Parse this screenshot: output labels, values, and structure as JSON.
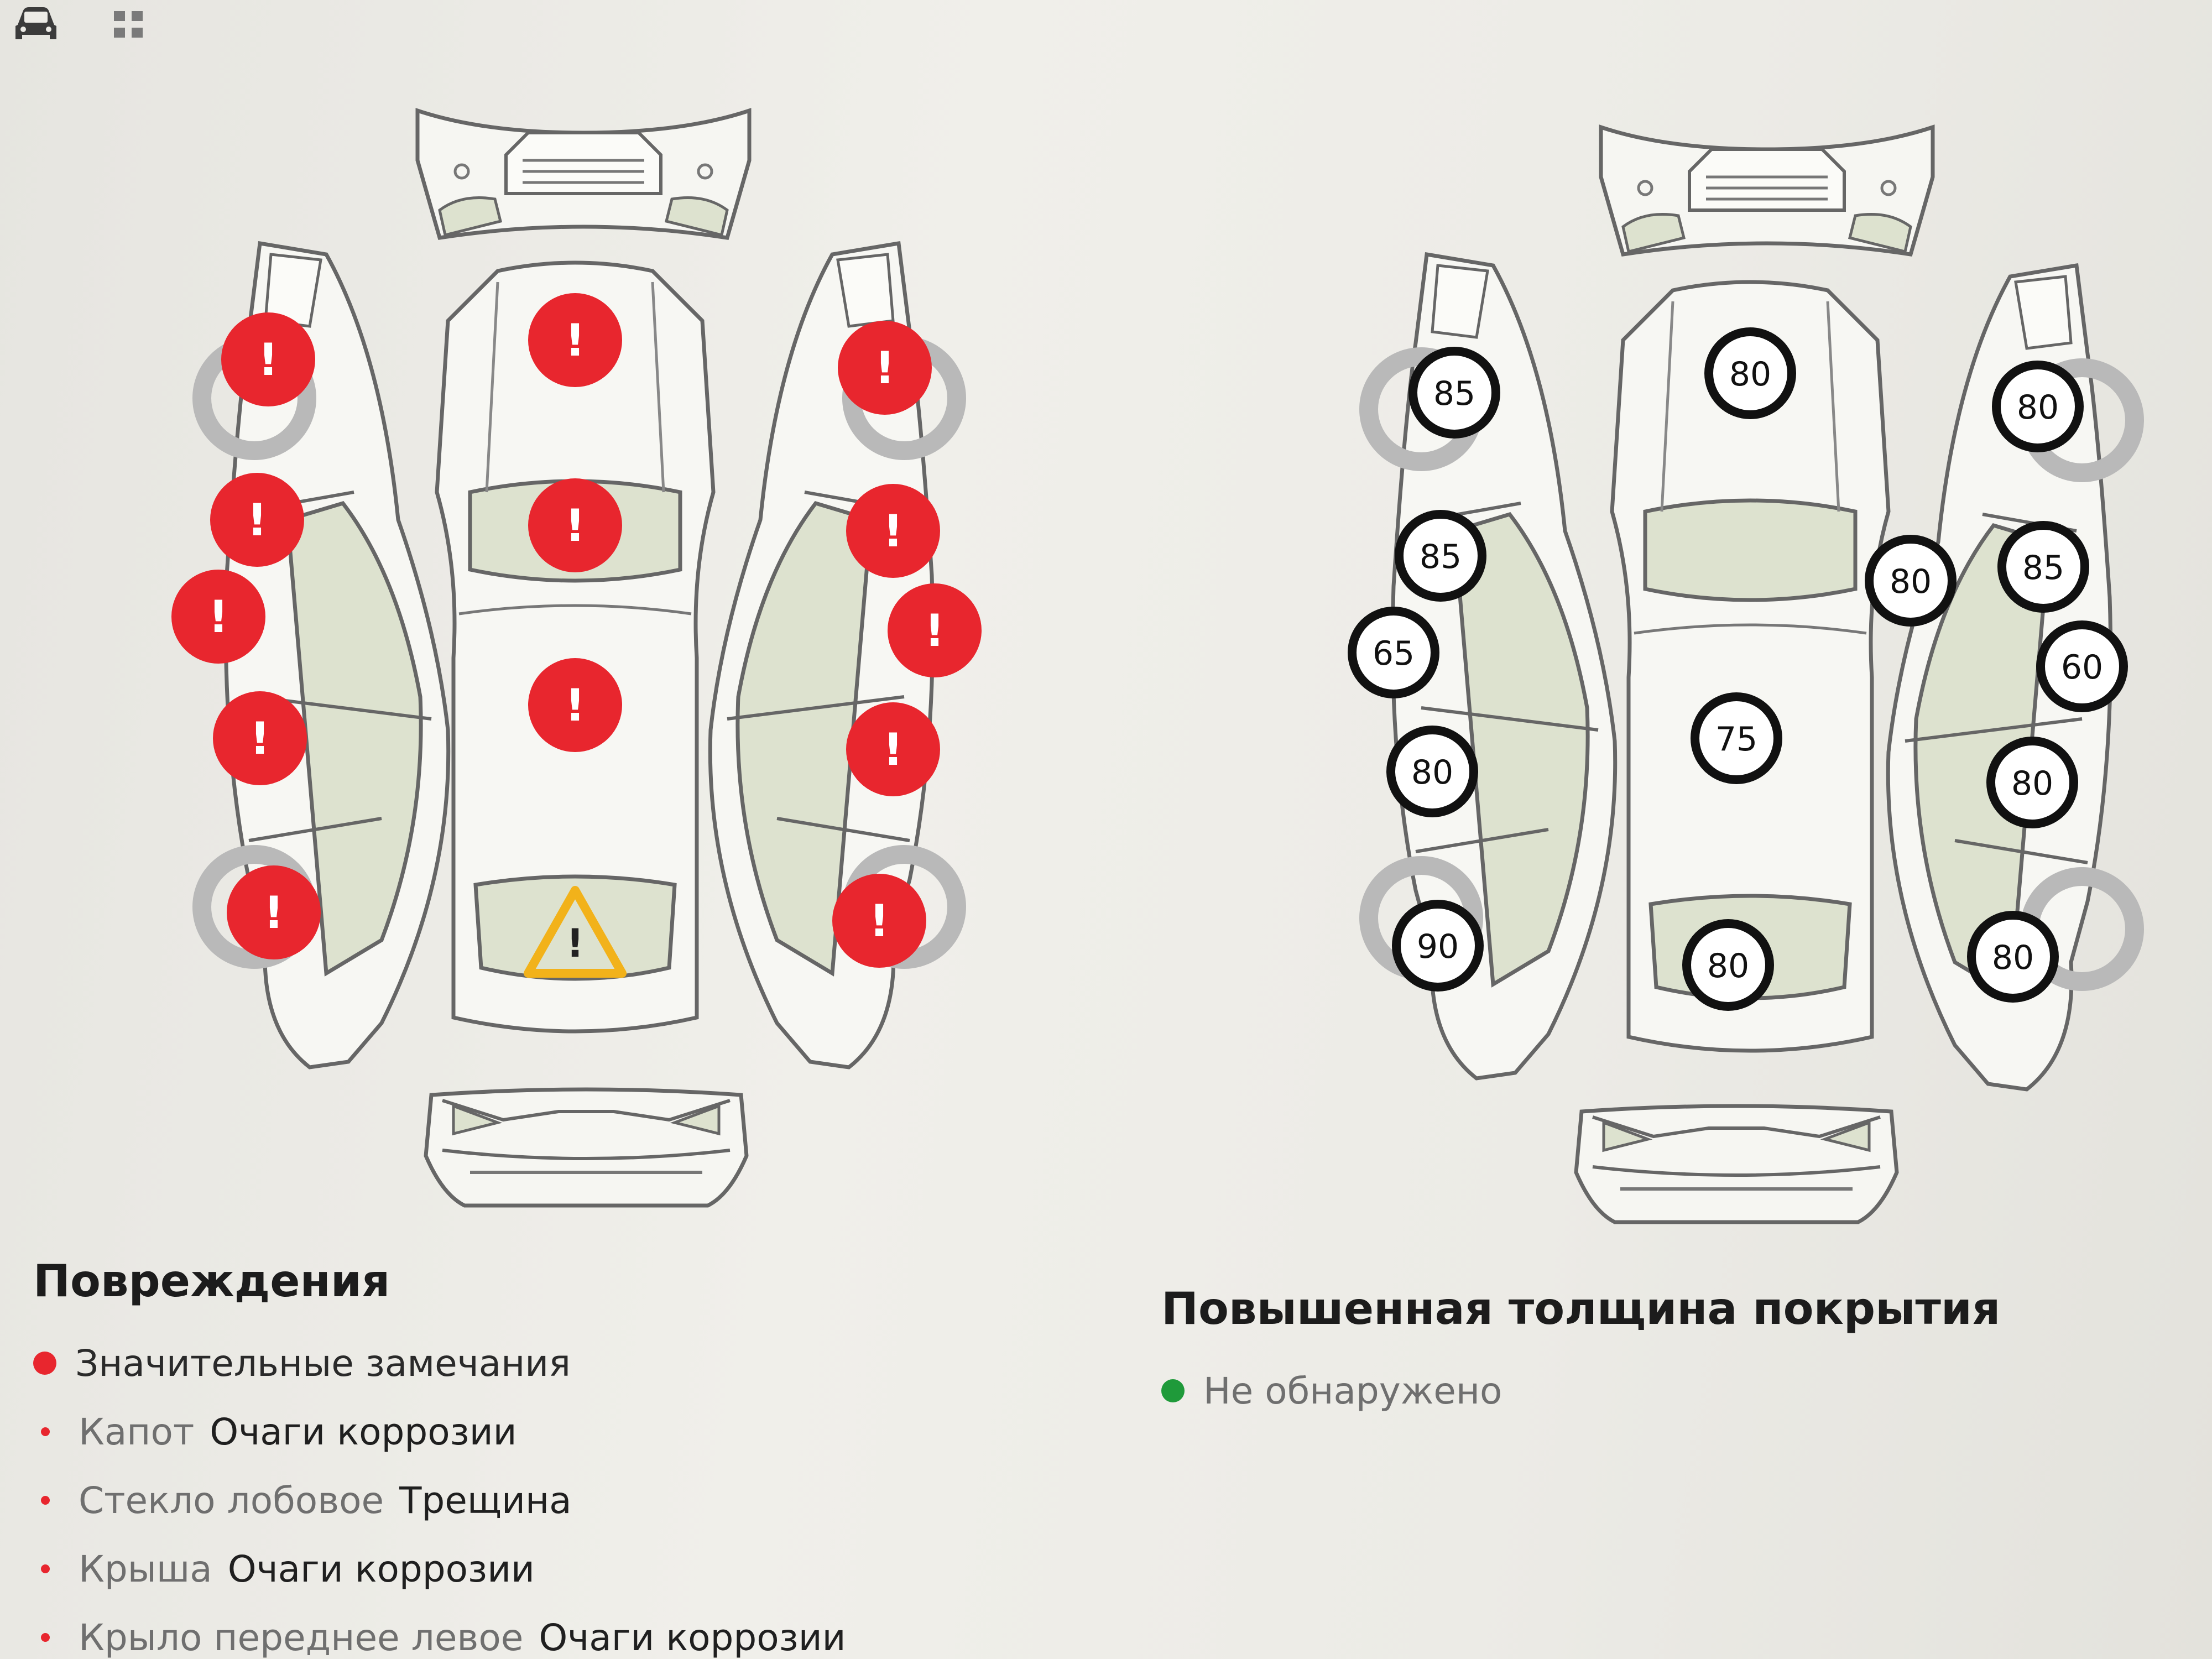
{
  "colors": {
    "damage": "#e8262e",
    "warning": "#f2b21a",
    "ok": "#1f9a3a",
    "marker_ring": "#111111"
  },
  "top_icons": [
    {
      "name": "car-icon"
    },
    {
      "name": "grid-icon"
    }
  ],
  "damage_diagram": {
    "marker_symbol": "!",
    "warning_symbol": "!"
  },
  "thickness_diagram": {
    "values": [
      "85",
      "85",
      "65",
      "80",
      "90",
      "80",
      "75",
      "80",
      "80",
      "80",
      "85",
      "60",
      "80",
      "80"
    ]
  },
  "damages": {
    "title": "Повреждения",
    "severity": "Значительные замечания",
    "items": [
      {
        "part": "Капот",
        "issue": "Очаги коррозии"
      },
      {
        "part": "Стекло лобовое",
        "issue": "Трещина"
      },
      {
        "part": "Крыша",
        "issue": "Очаги коррозии"
      },
      {
        "part": "Крыло переднее левое",
        "issue": "Очаги коррозии"
      }
    ]
  },
  "coating": {
    "title": "Повышенная толщина покрытия",
    "status": "Не обнаружено"
  }
}
